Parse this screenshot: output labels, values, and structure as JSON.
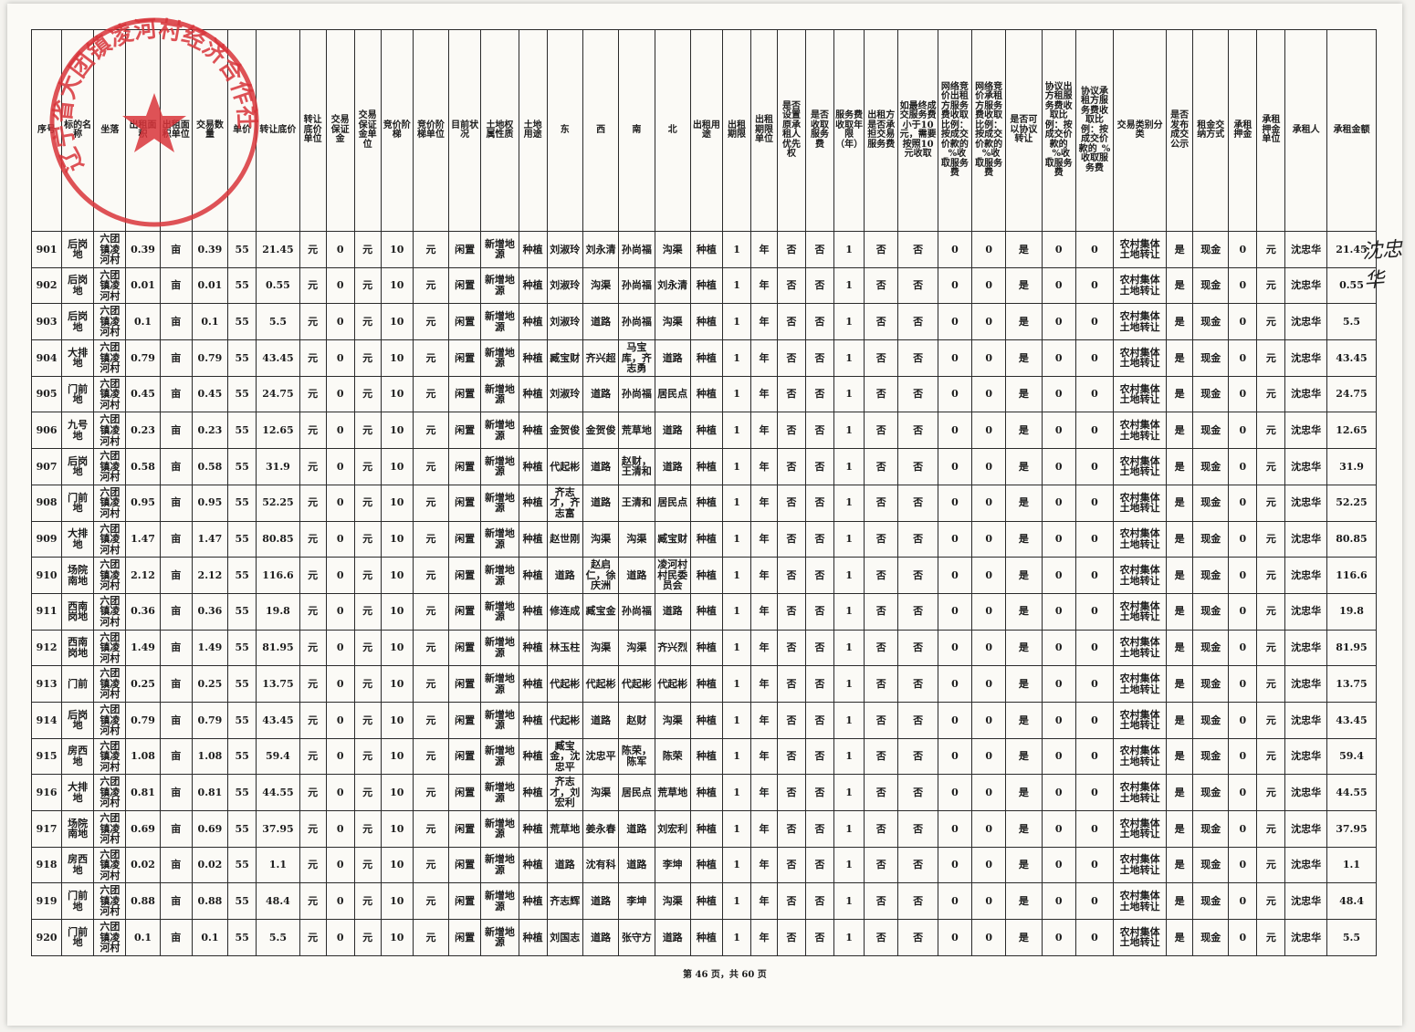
{
  "seal_text": "辽宁省大团镇凌河村经济合作社",
  "signature": "沈忠华",
  "footer": "第 46 页，共 60 页",
  "headers": [
    "序号",
    "标的名称",
    "坐落",
    "出租面积",
    "出租面积单位",
    "交易数量",
    "单价",
    "转让底价",
    "转让底价单位",
    "交易保证金",
    "交易保证金单位",
    "竞价阶梯",
    "竞价阶梯单位",
    "目前状况",
    "土地权属性质",
    "土地用途",
    "东",
    "西",
    "南",
    "北",
    "出租用途",
    "出租期限",
    "出租期限单位",
    "是否设置原承租人优先权",
    "是否收取服务费",
    "服务费收取年限（年）",
    "出租方是否承担交易服务费",
    "如最终成交服务费小于10元，需要按照10元收取",
    "网络竞价出租方服务费收取比例：按成交价款的_%收取服务费",
    "网络竞价承租方服务费收取比例：按成交价款的_%收取服务费",
    "是否可以协议转让",
    "协议出方租服务费收取比例：按成交价款的_%收取服务费",
    "协议承租方服务费收取比例：按成交价款的_%收取服务费",
    "交易类别分类",
    "是否发布成交公示",
    "租金交纳方式",
    "承租押金",
    "承租押金单位",
    "承租人",
    "承租金额"
  ],
  "rows": [
    {
      "no": "901",
      "name": "后岗地",
      "loc": "六团镇凌河村",
      "area": "0.39",
      "unit": "亩",
      "qty": "0.39",
      "price": "55",
      "base": "21.45",
      "bunit": "元",
      "dep": "0",
      "depunit": "元",
      "step": "10",
      "stepunit": "元",
      "status": "闲置",
      "prop": "新增地源",
      "use": "种植",
      "e": "刘淑玲",
      "w": "刘永清",
      "s": "孙尚福",
      "n": "沟渠",
      "ruse": "种植",
      "term": "1",
      "termunit": "年",
      "prio": "否",
      "fee": "否",
      "years": "1",
      "bear": "否",
      "min": "否",
      "net1": "0",
      "net2": "0",
      "agree": "是",
      "p1": "0",
      "p2": "0",
      "cat": "农村集体土地转让",
      "pub": "是",
      "pay": "现金",
      "dep2": "0",
      "dep2unit": "元",
      "lessee": "沈忠华",
      "amount": "21.45"
    },
    {
      "no": "902",
      "name": "后岗地",
      "loc": "六团镇凌河村",
      "area": "0.01",
      "unit": "亩",
      "qty": "0.01",
      "price": "55",
      "base": "0.55",
      "bunit": "元",
      "dep": "0",
      "depunit": "元",
      "step": "10",
      "stepunit": "元",
      "status": "闲置",
      "prop": "新增地源",
      "use": "种植",
      "e": "刘淑玲",
      "w": "沟渠",
      "s": "孙尚福",
      "n": "刘永清",
      "ruse": "种植",
      "term": "1",
      "termunit": "年",
      "prio": "否",
      "fee": "否",
      "years": "1",
      "bear": "否",
      "min": "否",
      "net1": "0",
      "net2": "0",
      "agree": "是",
      "p1": "0",
      "p2": "0",
      "cat": "农村集体土地转让",
      "pub": "是",
      "pay": "现金",
      "dep2": "0",
      "dep2unit": "元",
      "lessee": "沈忠华",
      "amount": "0.55"
    },
    {
      "no": "903",
      "name": "后岗地",
      "loc": "六团镇凌河村",
      "area": "0.1",
      "unit": "亩",
      "qty": "0.1",
      "price": "55",
      "base": "5.5",
      "bunit": "元",
      "dep": "0",
      "depunit": "元",
      "step": "10",
      "stepunit": "元",
      "status": "闲置",
      "prop": "新增地源",
      "use": "种植",
      "e": "刘淑玲",
      "w": "道路",
      "s": "孙尚福",
      "n": "沟渠",
      "ruse": "种植",
      "term": "1",
      "termunit": "年",
      "prio": "否",
      "fee": "否",
      "years": "1",
      "bear": "否",
      "min": "否",
      "net1": "0",
      "net2": "0",
      "agree": "是",
      "p1": "0",
      "p2": "0",
      "cat": "农村集体土地转让",
      "pub": "是",
      "pay": "现金",
      "dep2": "0",
      "dep2unit": "元",
      "lessee": "沈忠华",
      "amount": "5.5"
    },
    {
      "no": "904",
      "name": "大排地",
      "loc": "六团镇凌河村",
      "area": "0.79",
      "unit": "亩",
      "qty": "0.79",
      "price": "55",
      "base": "43.45",
      "bunit": "元",
      "dep": "0",
      "depunit": "元",
      "step": "10",
      "stepunit": "元",
      "status": "闲置",
      "prop": "新增地源",
      "use": "种植",
      "e": "臧宝财",
      "w": "齐兴超",
      "s": "马宝库，齐志勇",
      "n": "道路",
      "ruse": "种植",
      "term": "1",
      "termunit": "年",
      "prio": "否",
      "fee": "否",
      "years": "1",
      "bear": "否",
      "min": "否",
      "net1": "0",
      "net2": "0",
      "agree": "是",
      "p1": "0",
      "p2": "0",
      "cat": "农村集体土地转让",
      "pub": "是",
      "pay": "现金",
      "dep2": "0",
      "dep2unit": "元",
      "lessee": "沈忠华",
      "amount": "43.45"
    },
    {
      "no": "905",
      "name": "门前地",
      "loc": "六团镇凌河村",
      "area": "0.45",
      "unit": "亩",
      "qty": "0.45",
      "price": "55",
      "base": "24.75",
      "bunit": "元",
      "dep": "0",
      "depunit": "元",
      "step": "10",
      "stepunit": "元",
      "status": "闲置",
      "prop": "新增地源",
      "use": "种植",
      "e": "刘淑玲",
      "w": "道路",
      "s": "孙尚福",
      "n": "居民点",
      "ruse": "种植",
      "term": "1",
      "termunit": "年",
      "prio": "否",
      "fee": "否",
      "years": "1",
      "bear": "否",
      "min": "否",
      "net1": "0",
      "net2": "0",
      "agree": "是",
      "p1": "0",
      "p2": "0",
      "cat": "农村集体土地转让",
      "pub": "是",
      "pay": "现金",
      "dep2": "0",
      "dep2unit": "元",
      "lessee": "沈忠华",
      "amount": "24.75"
    },
    {
      "no": "906",
      "name": "九号地",
      "loc": "六团镇凌河村",
      "area": "0.23",
      "unit": "亩",
      "qty": "0.23",
      "price": "55",
      "base": "12.65",
      "bunit": "元",
      "dep": "0",
      "depunit": "元",
      "step": "10",
      "stepunit": "元",
      "status": "闲置",
      "prop": "新增地源",
      "use": "种植",
      "e": "金贺俊",
      "w": "金贺俊",
      "s": "荒草地",
      "n": "道路",
      "ruse": "种植",
      "term": "1",
      "termunit": "年",
      "prio": "否",
      "fee": "否",
      "years": "1",
      "bear": "否",
      "min": "否",
      "net1": "0",
      "net2": "0",
      "agree": "是",
      "p1": "0",
      "p2": "0",
      "cat": "农村集体土地转让",
      "pub": "是",
      "pay": "现金",
      "dep2": "0",
      "dep2unit": "元",
      "lessee": "沈忠华",
      "amount": "12.65"
    },
    {
      "no": "907",
      "name": "后岗地",
      "loc": "六团镇凌河村",
      "area": "0.58",
      "unit": "亩",
      "qty": "0.58",
      "price": "55",
      "base": "31.9",
      "bunit": "元",
      "dep": "0",
      "depunit": "元",
      "step": "10",
      "stepunit": "元",
      "status": "闲置",
      "prop": "新增地源",
      "use": "种植",
      "e": "代起彬",
      "w": "道路",
      "s": "赵财，王清和",
      "n": "道路",
      "ruse": "种植",
      "term": "1",
      "termunit": "年",
      "prio": "否",
      "fee": "否",
      "years": "1",
      "bear": "否",
      "min": "否",
      "net1": "0",
      "net2": "0",
      "agree": "是",
      "p1": "0",
      "p2": "0",
      "cat": "农村集体土地转让",
      "pub": "是",
      "pay": "现金",
      "dep2": "0",
      "dep2unit": "元",
      "lessee": "沈忠华",
      "amount": "31.9"
    },
    {
      "no": "908",
      "name": "门前地",
      "loc": "六团镇凌河村",
      "area": "0.95",
      "unit": "亩",
      "qty": "0.95",
      "price": "55",
      "base": "52.25",
      "bunit": "元",
      "dep": "0",
      "depunit": "元",
      "step": "10",
      "stepunit": "元",
      "status": "闲置",
      "prop": "新增地源",
      "use": "种植",
      "e": "齐志才，齐志富",
      "w": "道路",
      "s": "王清和",
      "n": "居民点",
      "ruse": "种植",
      "term": "1",
      "termunit": "年",
      "prio": "否",
      "fee": "否",
      "years": "1",
      "bear": "否",
      "min": "否",
      "net1": "0",
      "net2": "0",
      "agree": "是",
      "p1": "0",
      "p2": "0",
      "cat": "农村集体土地转让",
      "pub": "是",
      "pay": "现金",
      "dep2": "0",
      "dep2unit": "元",
      "lessee": "沈忠华",
      "amount": "52.25"
    },
    {
      "no": "909",
      "name": "大排地",
      "loc": "六团镇凌河村",
      "area": "1.47",
      "unit": "亩",
      "qty": "1.47",
      "price": "55",
      "base": "80.85",
      "bunit": "元",
      "dep": "0",
      "depunit": "元",
      "step": "10",
      "stepunit": "元",
      "status": "闲置",
      "prop": "新增地源",
      "use": "种植",
      "e": "赵世刚",
      "w": "沟渠",
      "s": "沟渠",
      "n": "臧宝财",
      "ruse": "种植",
      "term": "1",
      "termunit": "年",
      "prio": "否",
      "fee": "否",
      "years": "1",
      "bear": "否",
      "min": "否",
      "net1": "0",
      "net2": "0",
      "agree": "是",
      "p1": "0",
      "p2": "0",
      "cat": "农村集体土地转让",
      "pub": "是",
      "pay": "现金",
      "dep2": "0",
      "dep2unit": "元",
      "lessee": "沈忠华",
      "amount": "80.85"
    },
    {
      "no": "910",
      "name": "场院南地",
      "loc": "六团镇凌河村",
      "area": "2.12",
      "unit": "亩",
      "qty": "2.12",
      "price": "55",
      "base": "116.6",
      "bunit": "元",
      "dep": "0",
      "depunit": "元",
      "step": "10",
      "stepunit": "元",
      "status": "闲置",
      "prop": "新增地源",
      "use": "种植",
      "e": "道路",
      "w": "赵启仁，徐庆洲",
      "s": "道路",
      "n": "凌河村村民委员会",
      "ruse": "种植",
      "term": "1",
      "termunit": "年",
      "prio": "否",
      "fee": "否",
      "years": "1",
      "bear": "否",
      "min": "否",
      "net1": "0",
      "net2": "0",
      "agree": "是",
      "p1": "0",
      "p2": "0",
      "cat": "农村集体土地转让",
      "pub": "是",
      "pay": "现金",
      "dep2": "0",
      "dep2unit": "元",
      "lessee": "沈忠华",
      "amount": "116.6"
    },
    {
      "no": "911",
      "name": "西南岗地",
      "loc": "六团镇凌河村",
      "area": "0.36",
      "unit": "亩",
      "qty": "0.36",
      "price": "55",
      "base": "19.8",
      "bunit": "元",
      "dep": "0",
      "depunit": "元",
      "step": "10",
      "stepunit": "元",
      "status": "闲置",
      "prop": "新增地源",
      "use": "种植",
      "e": "修连成",
      "w": "臧宝金",
      "s": "孙尚福",
      "n": "道路",
      "ruse": "种植",
      "term": "1",
      "termunit": "年",
      "prio": "否",
      "fee": "否",
      "years": "1",
      "bear": "否",
      "min": "否",
      "net1": "0",
      "net2": "0",
      "agree": "是",
      "p1": "0",
      "p2": "0",
      "cat": "农村集体土地转让",
      "pub": "是",
      "pay": "现金",
      "dep2": "0",
      "dep2unit": "元",
      "lessee": "沈忠华",
      "amount": "19.8"
    },
    {
      "no": "912",
      "name": "西南岗地",
      "loc": "六团镇凌河村",
      "area": "1.49",
      "unit": "亩",
      "qty": "1.49",
      "price": "55",
      "base": "81.95",
      "bunit": "元",
      "dep": "0",
      "depunit": "元",
      "step": "10",
      "stepunit": "元",
      "status": "闲置",
      "prop": "新增地源",
      "use": "种植",
      "e": "林玉柱",
      "w": "沟渠",
      "s": "沟渠",
      "n": "齐兴烈",
      "ruse": "种植",
      "term": "1",
      "termunit": "年",
      "prio": "否",
      "fee": "否",
      "years": "1",
      "bear": "否",
      "min": "否",
      "net1": "0",
      "net2": "0",
      "agree": "是",
      "p1": "0",
      "p2": "0",
      "cat": "农村集体土地转让",
      "pub": "是",
      "pay": "现金",
      "dep2": "0",
      "dep2unit": "元",
      "lessee": "沈忠华",
      "amount": "81.95"
    },
    {
      "no": "913",
      "name": "门前",
      "loc": "六团镇凌河村",
      "area": "0.25",
      "unit": "亩",
      "qty": "0.25",
      "price": "55",
      "base": "13.75",
      "bunit": "元",
      "dep": "0",
      "depunit": "元",
      "step": "10",
      "stepunit": "元",
      "status": "闲置",
      "prop": "新增地源",
      "use": "种植",
      "e": "代起彬",
      "w": "代起彬",
      "s": "代起彬",
      "n": "代起彬",
      "ruse": "种植",
      "term": "1",
      "termunit": "年",
      "prio": "否",
      "fee": "否",
      "years": "1",
      "bear": "否",
      "min": "否",
      "net1": "0",
      "net2": "0",
      "agree": "是",
      "p1": "0",
      "p2": "0",
      "cat": "农村集体土地转让",
      "pub": "是",
      "pay": "现金",
      "dep2": "0",
      "dep2unit": "元",
      "lessee": "沈忠华",
      "amount": "13.75"
    },
    {
      "no": "914",
      "name": "后岗地",
      "loc": "六团镇凌河村",
      "area": "0.79",
      "unit": "亩",
      "qty": "0.79",
      "price": "55",
      "base": "43.45",
      "bunit": "元",
      "dep": "0",
      "depunit": "元",
      "step": "10",
      "stepunit": "元",
      "status": "闲置",
      "prop": "新增地源",
      "use": "种植",
      "e": "代起彬",
      "w": "道路",
      "s": "赵财",
      "n": "沟渠",
      "ruse": "种植",
      "term": "1",
      "termunit": "年",
      "prio": "否",
      "fee": "否",
      "years": "1",
      "bear": "否",
      "min": "否",
      "net1": "0",
      "net2": "0",
      "agree": "是",
      "p1": "0",
      "p2": "0",
      "cat": "农村集体土地转让",
      "pub": "是",
      "pay": "现金",
      "dep2": "0",
      "dep2unit": "元",
      "lessee": "沈忠华",
      "amount": "43.45"
    },
    {
      "no": "915",
      "name": "房西地",
      "loc": "六团镇凌河村",
      "area": "1.08",
      "unit": "亩",
      "qty": "1.08",
      "price": "55",
      "base": "59.4",
      "bunit": "元",
      "dep": "0",
      "depunit": "元",
      "step": "10",
      "stepunit": "元",
      "status": "闲置",
      "prop": "新增地源",
      "use": "种植",
      "e": "臧宝金，沈忠平",
      "w": "沈忠平",
      "s": "陈荣，陈军",
      "n": "陈荣",
      "ruse": "种植",
      "term": "1",
      "termunit": "年",
      "prio": "否",
      "fee": "否",
      "years": "1",
      "bear": "否",
      "min": "否",
      "net1": "0",
      "net2": "0",
      "agree": "是",
      "p1": "0",
      "p2": "0",
      "cat": "农村集体土地转让",
      "pub": "是",
      "pay": "现金",
      "dep2": "0",
      "dep2unit": "元",
      "lessee": "沈忠华",
      "amount": "59.4"
    },
    {
      "no": "916",
      "name": "大排地",
      "loc": "六团镇凌河村",
      "area": "0.81",
      "unit": "亩",
      "qty": "0.81",
      "price": "55",
      "base": "44.55",
      "bunit": "元",
      "dep": "0",
      "depunit": "元",
      "step": "10",
      "stepunit": "元",
      "status": "闲置",
      "prop": "新增地源",
      "use": "种植",
      "e": "齐志才，刘宏利",
      "w": "沟渠",
      "s": "居民点",
      "n": "荒草地",
      "ruse": "种植",
      "term": "1",
      "termunit": "年",
      "prio": "否",
      "fee": "否",
      "years": "1",
      "bear": "否",
      "min": "否",
      "net1": "0",
      "net2": "0",
      "agree": "是",
      "p1": "0",
      "p2": "0",
      "cat": "农村集体土地转让",
      "pub": "是",
      "pay": "现金",
      "dep2": "0",
      "dep2unit": "元",
      "lessee": "沈忠华",
      "amount": "44.55"
    },
    {
      "no": "917",
      "name": "场院南地",
      "loc": "六团镇凌河村",
      "area": "0.69",
      "unit": "亩",
      "qty": "0.69",
      "price": "55",
      "base": "37.95",
      "bunit": "元",
      "dep": "0",
      "depunit": "元",
      "step": "10",
      "stepunit": "元",
      "status": "闲置",
      "prop": "新增地源",
      "use": "种植",
      "e": "荒草地",
      "w": "姜永春",
      "s": "道路",
      "n": "刘宏利",
      "ruse": "种植",
      "term": "1",
      "termunit": "年",
      "prio": "否",
      "fee": "否",
      "years": "1",
      "bear": "否",
      "min": "否",
      "net1": "0",
      "net2": "0",
      "agree": "是",
      "p1": "0",
      "p2": "0",
      "cat": "农村集体土地转让",
      "pub": "是",
      "pay": "现金",
      "dep2": "0",
      "dep2unit": "元",
      "lessee": "沈忠华",
      "amount": "37.95"
    },
    {
      "no": "918",
      "name": "房西地",
      "loc": "六团镇凌河村",
      "area": "0.02",
      "unit": "亩",
      "qty": "0.02",
      "price": "55",
      "base": "1.1",
      "bunit": "元",
      "dep": "0",
      "depunit": "元",
      "step": "10",
      "stepunit": "元",
      "status": "闲置",
      "prop": "新增地源",
      "use": "种植",
      "e": "道路",
      "w": "沈有科",
      "s": "道路",
      "n": "李坤",
      "ruse": "种植",
      "term": "1",
      "termunit": "年",
      "prio": "否",
      "fee": "否",
      "years": "1",
      "bear": "否",
      "min": "否",
      "net1": "0",
      "net2": "0",
      "agree": "是",
      "p1": "0",
      "p2": "0",
      "cat": "农村集体土地转让",
      "pub": "是",
      "pay": "现金",
      "dep2": "0",
      "dep2unit": "元",
      "lessee": "沈忠华",
      "amount": "1.1"
    },
    {
      "no": "919",
      "name": "门前地",
      "loc": "六团镇凌河村",
      "area": "0.88",
      "unit": "亩",
      "qty": "0.88",
      "price": "55",
      "base": "48.4",
      "bunit": "元",
      "dep": "0",
      "depunit": "元",
      "step": "10",
      "stepunit": "元",
      "status": "闲置",
      "prop": "新增地源",
      "use": "种植",
      "e": "齐志辉",
      "w": "道路",
      "s": "李坤",
      "n": "沟渠",
      "ruse": "种植",
      "term": "1",
      "termunit": "年",
      "prio": "否",
      "fee": "否",
      "years": "1",
      "bear": "否",
      "min": "否",
      "net1": "0",
      "net2": "0",
      "agree": "是",
      "p1": "0",
      "p2": "0",
      "cat": "农村集体土地转让",
      "pub": "是",
      "pay": "现金",
      "dep2": "0",
      "dep2unit": "元",
      "lessee": "沈忠华",
      "amount": "48.4"
    },
    {
      "no": "920",
      "name": "门前地",
      "loc": "六团镇凌河村",
      "area": "0.1",
      "unit": "亩",
      "qty": "0.1",
      "price": "55",
      "base": "5.5",
      "bunit": "元",
      "dep": "0",
      "depunit": "元",
      "step": "10",
      "stepunit": "元",
      "status": "闲置",
      "prop": "新增地源",
      "use": "种植",
      "e": "刘国志",
      "w": "道路",
      "s": "张守方",
      "n": "道路",
      "ruse": "种植",
      "term": "1",
      "termunit": "年",
      "prio": "否",
      "fee": "否",
      "years": "1",
      "bear": "否",
      "min": "否",
      "net1": "0",
      "net2": "0",
      "agree": "是",
      "p1": "0",
      "p2": "0",
      "cat": "农村集体土地转让",
      "pub": "是",
      "pay": "现金",
      "dep2": "0",
      "dep2unit": "元",
      "lessee": "沈忠华",
      "amount": "5.5"
    }
  ]
}
